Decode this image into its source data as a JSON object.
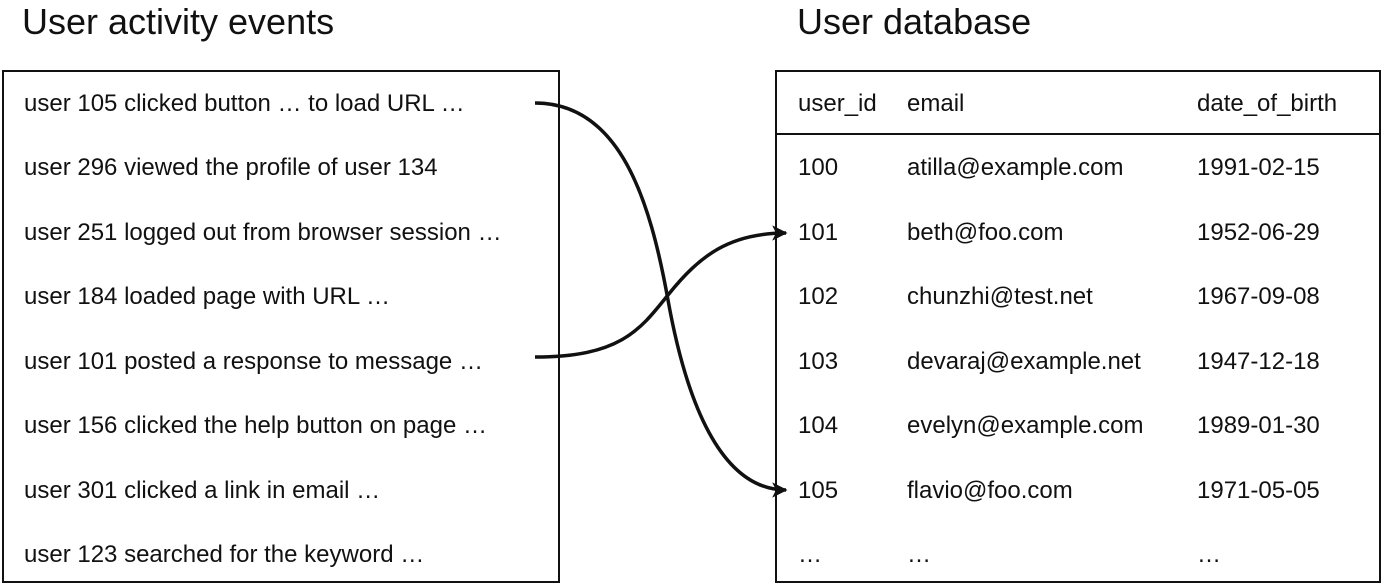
{
  "left_title": "User activity events",
  "right_title": "User database",
  "events": [
    "user 105 clicked button … to load URL …",
    "user 296 viewed the profile of user 134",
    "user 251 logged out from browser session …",
    "user 184 loaded page with URL …",
    "user 101 posted a response to message …",
    "user 156 clicked the help button on page …",
    "user 301 clicked a link in email …",
    "user 123 searched for the keyword …"
  ],
  "table": {
    "headers": [
      "user_id",
      "email",
      "date_of_birth"
    ],
    "rows": [
      [
        "100",
        "atilla@example.com",
        "1991-02-15"
      ],
      [
        "101",
        "beth@foo.com",
        "1952-06-29"
      ],
      [
        "102",
        "chunzhi@test.net",
        "1967-09-08"
      ],
      [
        "103",
        "devaraj@example.net",
        "1947-12-18"
      ],
      [
        "104",
        "evelyn@example.com",
        "1989-01-30"
      ],
      [
        "105",
        "flavio@foo.com",
        "1971-05-05"
      ],
      [
        "…",
        "…",
        "…"
      ]
    ]
  }
}
